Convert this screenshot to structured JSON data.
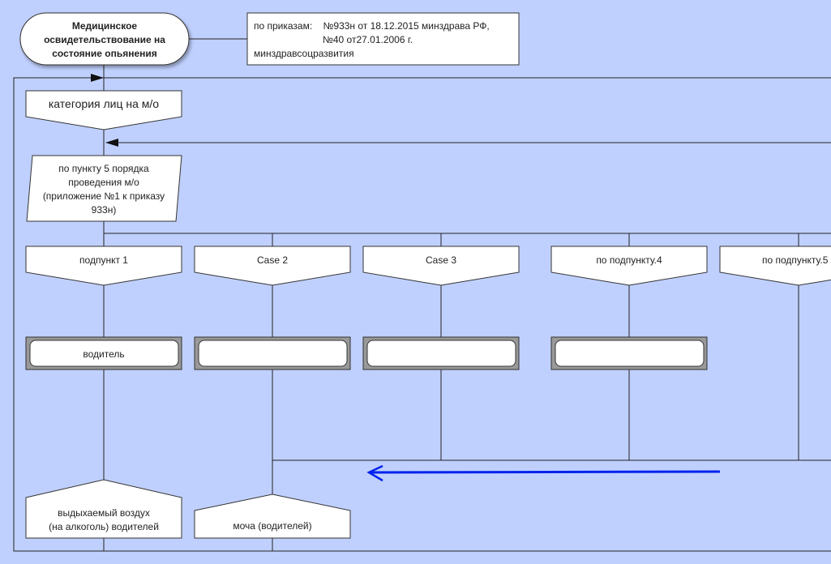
{
  "colors": {
    "background": "#c0d0fe",
    "annotation_arrow": "#0022ee",
    "action_frame": "#999999"
  },
  "title": {
    "lines": [
      "Медицинское",
      "освидетельствование на",
      "состояние опьянения"
    ]
  },
  "comment": {
    "lines": [
      "по приказам:    №933н от 18.12.2015 минздрава РФ,",
      "№40 от27.01.2006 г.",
      "минздравсоцразвития"
    ]
  },
  "select": {
    "label": "категория лиц на м/о"
  },
  "input": {
    "lines": [
      "по пункту 5 порядка",
      "проведения м/о",
      "(приложение №1 к приказу",
      "933н)"
    ]
  },
  "cases": [
    {
      "label": "подпункт 1",
      "action": "водитель"
    },
    {
      "label": "Case 2",
      "action": ""
    },
    {
      "label": "Case 3",
      "action": ""
    },
    {
      "label": "по подпункту.4",
      "action": ""
    },
    {
      "label": "по подпункту.5",
      "action": null
    }
  ],
  "addresses": [
    {
      "lines": [
        "выдыхаемый воздух",
        "(на алкоголь) водителей"
      ]
    },
    {
      "lines": [
        "моча (водителей)"
      ]
    }
  ]
}
